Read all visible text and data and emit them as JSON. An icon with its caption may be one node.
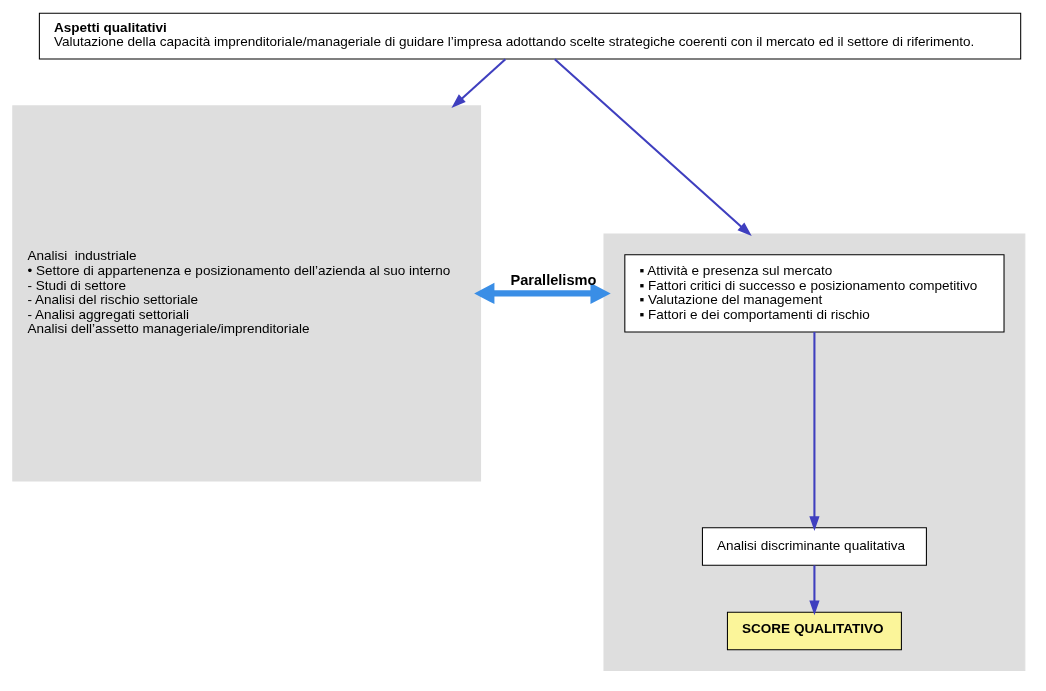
{
  "diagram": {
    "nodes": [
      {
        "text": [
          "Aspetti qualitativi",
          "Valutazione della capacità imprenditoriale/manageriale di guidare l’impresa adottando scelte strategiche coerenti con il mercato ed il settore di riferimento."
        ]
      },
      {
        "text": [
          "Analisi  industriale",
          "• Settore di appartenenza e posizionamento dell’azienda al suo interno",
          "- Studi di settore",
          "- Analisi del rischio settoriale",
          "- Analisi aggregati settoriali",
          "Analisi dell’assetto manageriale/imprenditoriale"
        ]
      },
      {
        "text": [],
        "shape": "box"
      },
      {
        "text": [
          "▪ Attività e presenza sul mercato",
          "▪ Fattori critici di successo e posizionamento competitivo",
          "▪ Valutazione del management",
          "▪ Fattori e dei comportamenti di rischio"
        ],
        "in": 2
      },
      {
        "text": [
          "Analisi discriminante qualitativa"
        ],
        "in": 2
      },
      {
        "text": [
          "SCORE QUALITATIVO"
        ],
        "in": 2
      }
    ],
    "edges": [
      {
        "from": 0,
        "to": 1,
        "arrow": "to"
      },
      {
        "from": 0,
        "to": 2,
        "arrow": "to"
      },
      {
        "from": 1,
        "to": 2,
        "arrow": "both",
        "label": "Parallelismo",
        "style": "thick",
        "color": "#3a8ee6"
      },
      {
        "from": 3,
        "to": 4,
        "arrow": "to"
      },
      {
        "from": 4,
        "to": 5,
        "arrow": "to"
      }
    ]
  }
}
